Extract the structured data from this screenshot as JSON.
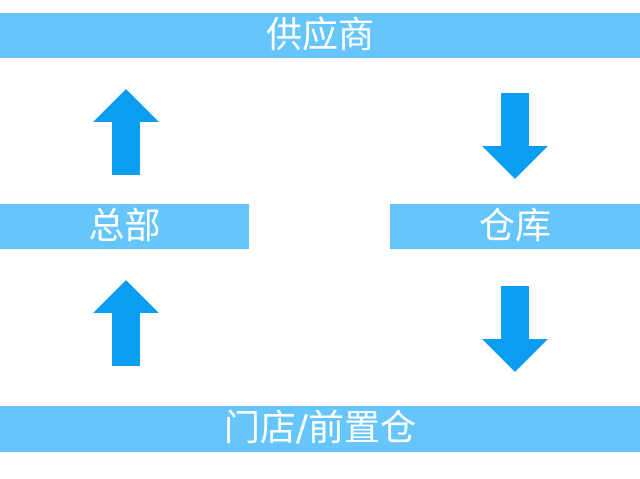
{
  "nodes": {
    "supplier": "供应商",
    "headquarters": "总部",
    "warehouse": "仓库",
    "store": "门店/前置仓"
  },
  "colors": {
    "bar": "#66c5fb",
    "arrow": "#0a9df2",
    "text": "#ffffff"
  },
  "arrows": [
    {
      "from": "headquarters",
      "to": "supplier",
      "direction": "up"
    },
    {
      "from": "store",
      "to": "headquarters",
      "direction": "up"
    },
    {
      "from": "supplier",
      "to": "warehouse",
      "direction": "down"
    },
    {
      "from": "warehouse",
      "to": "store",
      "direction": "down"
    }
  ]
}
